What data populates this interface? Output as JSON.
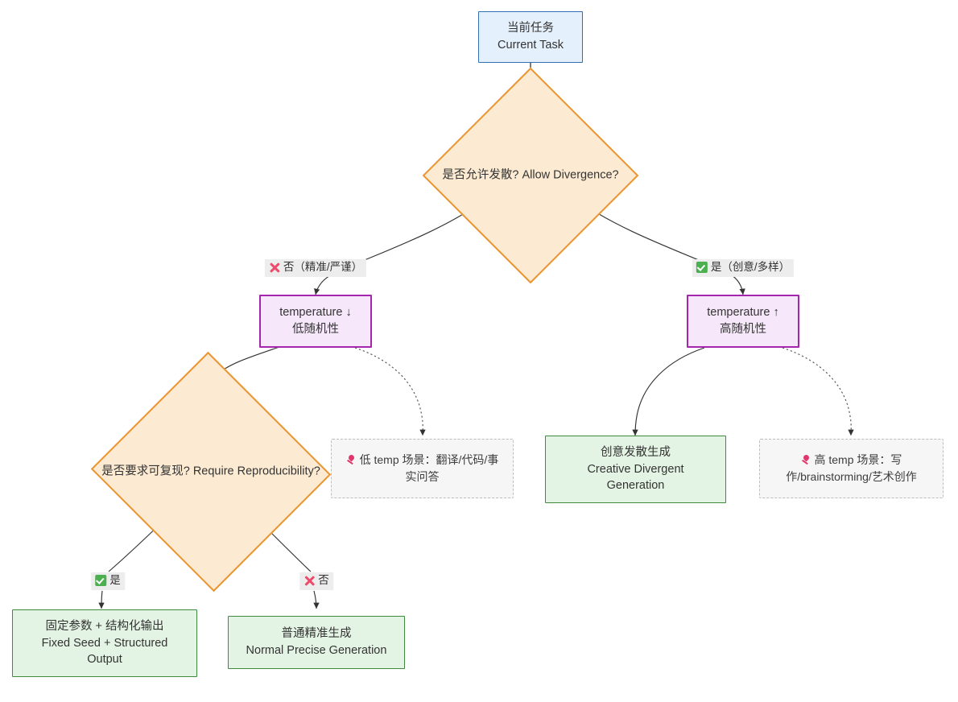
{
  "diagram": {
    "type": "flowchart",
    "direction": "top-down",
    "background": "#ffffff",
    "palette": {
      "start_fill": "#e4f0fb",
      "start_stroke": "#2f6fb3",
      "decision_fill": "#fcebd2",
      "decision_stroke": "#eb9432",
      "process_purple_fill": "#f6e8fa",
      "process_purple_stroke": "#a326ad",
      "result_green_fill": "#e4f4e4",
      "result_green_stroke": "#3f8a3f",
      "note_fill": "#f6f6f6",
      "note_stroke": "#bdbdbd",
      "edge_stroke": "#333333",
      "label_bg": "#ededed",
      "cross_color": "#ef4a6b",
      "check_color": "#4caf50",
      "pin_color": "#e0366b"
    },
    "nodes": {
      "current_task": {
        "id": "current-task",
        "shape": "rect",
        "lines": [
          "当前任务",
          "Current Task"
        ]
      },
      "allow_divergence": {
        "id": "allow-divergence",
        "shape": "diamond",
        "lines": [
          "是否允许发散?",
          "Allow Divergence?"
        ]
      },
      "temp_low": {
        "id": "temperature-low",
        "shape": "rect",
        "lines": [
          "temperature ↓",
          "低随机性"
        ]
      },
      "temp_high": {
        "id": "temperature-high",
        "shape": "rect",
        "lines": [
          "temperature ↑",
          "高随机性"
        ]
      },
      "require_repro": {
        "id": "require-reproducibility",
        "shape": "diamond",
        "lines": [
          "是否要求可复现?",
          "Require Reproducibility?"
        ]
      },
      "note_low_temp": {
        "id": "note-low-temp",
        "shape": "note",
        "icon": "pin-icon",
        "text": "低 temp 场景：翻译/代码/事实问答"
      },
      "note_high_temp": {
        "id": "note-high-temp",
        "shape": "note",
        "icon": "pin-icon",
        "text": "高 temp 场景：写作/brainstorming/艺术创作"
      },
      "creative_generation": {
        "id": "creative-divergent-generation",
        "shape": "rect",
        "lines": [
          "创意发散生成",
          "Creative Divergent",
          "Generation"
        ]
      },
      "fixed_seed": {
        "id": "fixed-seed-structured-output",
        "shape": "rect",
        "lines": [
          "固定参数 + 结构化输出",
          "Fixed Seed + Structured",
          "Output"
        ]
      },
      "normal_precise": {
        "id": "normal-precise-generation",
        "shape": "rect",
        "lines": [
          "普通精准生成",
          "Normal Precise Generation"
        ]
      }
    },
    "edge_labels": {
      "no_precise": {
        "icon": "cross-icon",
        "text": "否（精准/严谨）"
      },
      "yes_creative": {
        "icon": "check-icon",
        "text": "是（创意/多样）"
      },
      "yes": {
        "icon": "check-icon",
        "text": "是"
      },
      "no": {
        "icon": "cross-icon",
        "text": "否"
      }
    }
  }
}
